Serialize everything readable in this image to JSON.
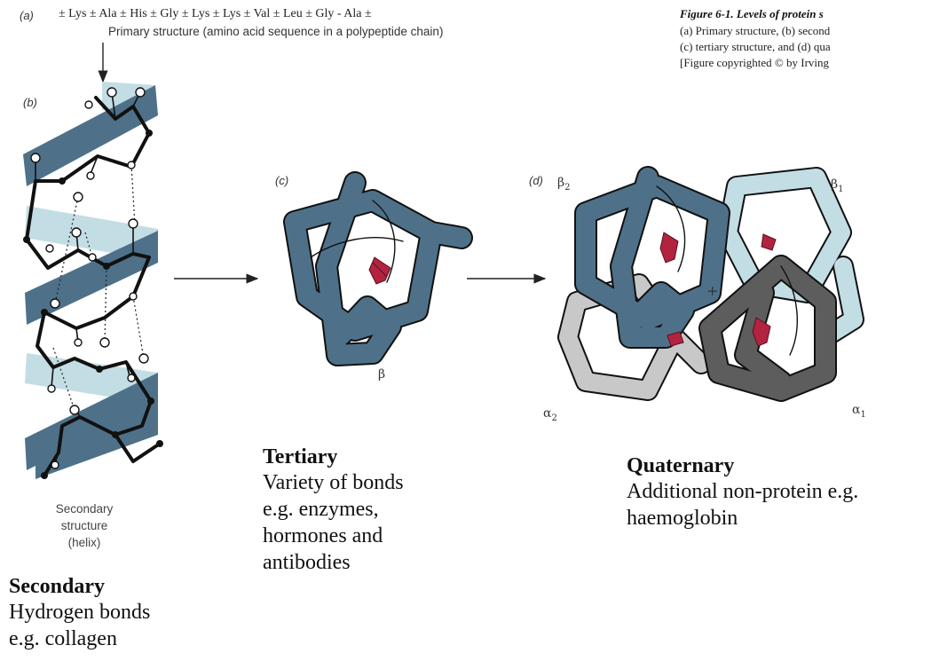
{
  "panels": {
    "a": "(a)",
    "b": "(b)",
    "c": "(c)",
    "d": "(d)"
  },
  "primary": {
    "sequence": "± Lys ± Ala ± His ± Gly ± Lys ± Lys ± Val ± Leu ± Gly - Ala ±",
    "label": "Primary structure (amino acid sequence in a polypeptide chain)"
  },
  "figure_caption": {
    "title": "Figure 6-1.   Levels of protein s",
    "line1": "(a) Primary structure, (b) second",
    "line2": "(c) tertiary structure, and (d) qua",
    "line3": "[Figure copyrighted © by Irving"
  },
  "secondary_label": {
    "line1": "Secondary",
    "line2": "structure",
    "line3": "(helix)"
  },
  "greek": {
    "beta": "β",
    "beta2": "β",
    "beta2_sub": "2",
    "beta1": "β",
    "beta1_sub": "1",
    "alpha2": "α",
    "alpha2_sub": "2",
    "alpha1": "α",
    "alpha1_sub": "1",
    "plus": "+"
  },
  "secondary": {
    "heading": "Secondary",
    "line1": "Hydrogen bonds",
    "line2": "e.g. collagen"
  },
  "tertiary": {
    "heading": "Tertiary",
    "line1": "Variety of bonds",
    "line2": "e.g. enzymes,",
    "line3": "hormones and",
    "line4": "antibodies"
  },
  "quaternary": {
    "heading": "Quaternary",
    "line1": "Additional non-protein e.g.",
    "line2": "haemoglobin"
  },
  "colors": {
    "dark_blue": "#4e7189",
    "light_blue": "#c3dde4",
    "dark_gray": "#5d5d5d",
    "light_gray": "#c8c8c8",
    "heme_red": "#b3233f"
  }
}
